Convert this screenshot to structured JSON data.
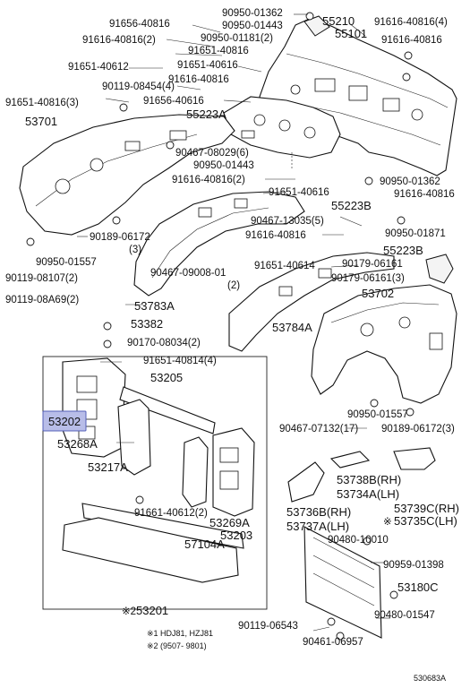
{
  "labels": {
    "p_90950_01362_a": "90950-01362",
    "p_91656_40816_a": "91656-40816",
    "p_90950_01443_a": "90950-01443",
    "p_55210": "55210",
    "p_91616_40816_4": "91616-40816(4)",
    "p_91616_40816_2_a": "91616-40816(2)",
    "p_90950_01181_2": "90950-01181(2)",
    "p_55101": "55101",
    "p_91616_40816_b": "91616-40816",
    "p_91651_40816_a": "91651-40816",
    "p_91651_40612": "91651-40612",
    "p_91651_40616_a": "91651-40616",
    "p_91616_40816_c": "91616-40816",
    "p_90119_08454_4": "90119-08454(4)",
    "p_91651_40816_3": "91651-40816(3)",
    "p_91656_40616": "91656-40616",
    "p_55223A": "55223A",
    "p_53701": "53701",
    "p_90467_08029_6": "90467-08029(6)",
    "p_90950_01443_b": "90950-01443",
    "p_91616_40816_2_b": "91616-40816(2)",
    "p_90950_01362_b": "90950-01362",
    "p_91651_40616_b": "91651-40616",
    "p_91616_40816_d": "91616-40816",
    "p_55223B": "55223B",
    "p_90467_13035_5": "90467-13035(5)",
    "p_90950_01871": "90950-01871",
    "p_90189_06172": "90189-06172",
    "p_3": "(3)",
    "p_91616_40816_e": "91616-40816",
    "p_55223B_b": "55223B",
    "p_90950_01557_a": "90950-01557",
    "p_91651_40614": "91651-40614",
    "p_90179_06161": "90179-06161",
    "p_90119_08107_2": "90119-08107(2)",
    "p_90467_09008": "90467-09008-01",
    "p_2": "(2)",
    "p_90179_06161_3": "90179-06161(3)",
    "p_90119_08A69_2": "90119-08A69(2)",
    "p_53702": "53702",
    "p_53783A": "53783A",
    "p_53784A": "53784A",
    "p_53382": "53382",
    "p_90170_08034_2": "90170-08034(2)",
    "p_91651_40814_4": "91651-40814(4)",
    "p_53205": "53205",
    "p_53202": "53202",
    "p_53268A": "53268A",
    "p_53217A": "53217A",
    "p_90950_01557_b": "90950-01557",
    "p_90467_07132_17": "90467-07132(17)",
    "p_90189_06172_3": "90189-06172(3)",
    "p_53738B": "53738B(RH)",
    "p_53734A": "53734A(LH)",
    "p_53739C": "53739C(RH)",
    "p_53735C": "53735C(LH)",
    "p_53736B": "53736B(RH)",
    "p_53737A": "53737A(LH)",
    "p_91661_40612_2": "91661-40612(2)",
    "p_53269A": "53269A",
    "p_53203": "53203",
    "p_90480_10010": "90480-10010",
    "p_57104A": "57104A",
    "p_90959_01398": "90959-01398",
    "p_53180C": "53180C",
    "p_90480_01547": "90480-01547",
    "p_53201": "53201",
    "p_mark2": "※2",
    "p_90119_06543": "90119-06543",
    "p_90461_06957": "90461-06957",
    "p_star": "※",
    "note1": "※1 HDJ81, HZJ81",
    "note2": "※2 (9507- 9801)",
    "ref": "530683A"
  },
  "colors": {
    "highlight": "#b8bde8",
    "highlight_border": "#5560b8",
    "line": "#111111"
  }
}
